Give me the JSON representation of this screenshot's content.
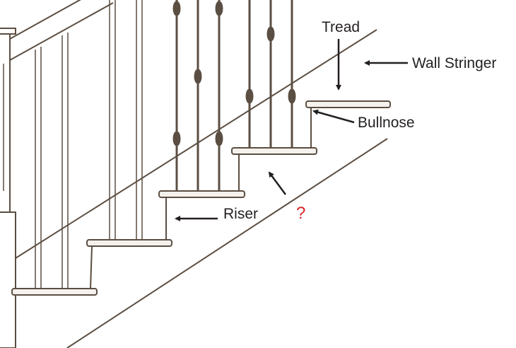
{
  "labels": {
    "tread": "Tread",
    "wall_stringer": "Wall Stringer",
    "bullnose": "Bullnose",
    "riser": "Riser",
    "unknown_mark": "?"
  },
  "colors": {
    "stair_line": "#5b4e42",
    "stair_fill": "#f5f2ee",
    "label_text": "#231f20",
    "arrow": "#231f20",
    "question_mark": "#d9232a"
  }
}
